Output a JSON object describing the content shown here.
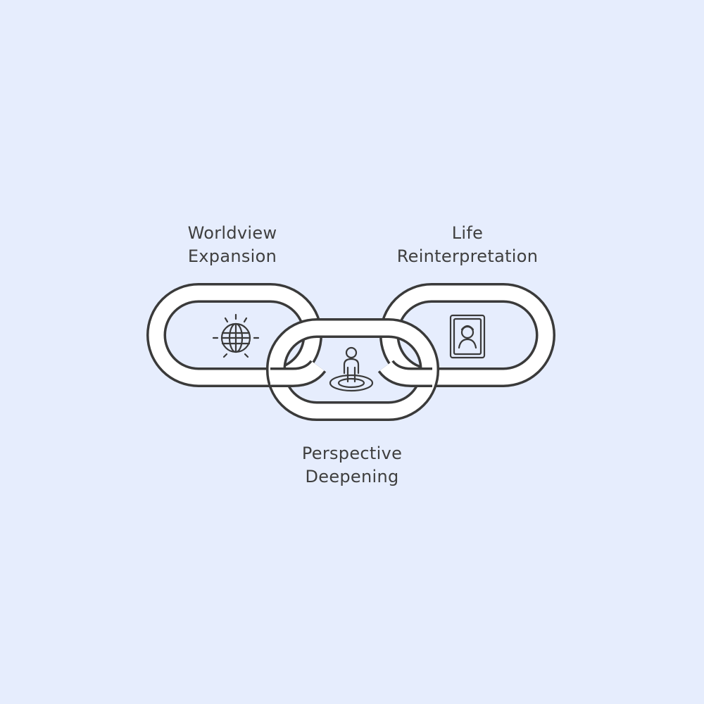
{
  "diagram": {
    "links": [
      {
        "id": "worldview",
        "label_lines": [
          "Worldview",
          "Expansion"
        ],
        "icon": "globe-icon"
      },
      {
        "id": "perspective",
        "label_lines": [
          "Perspective",
          "Deepening"
        ],
        "icon": "person-standing-icon"
      },
      {
        "id": "life",
        "label_lines": [
          "Life",
          "Reinterpretation"
        ],
        "icon": "portrait-frame-icon"
      }
    ]
  },
  "colors": {
    "background": "#e6edfd",
    "stroke": "#3a3a3a",
    "link_fill": "#ffffff",
    "text": "#3f3f3f"
  }
}
